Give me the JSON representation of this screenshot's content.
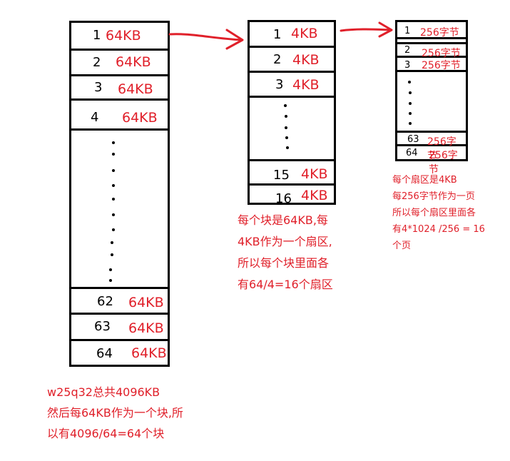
{
  "chip": {
    "blocks": [
      {
        "index": "1",
        "size": "64KB"
      },
      {
        "index": "2",
        "size": "64KB"
      },
      {
        "index": "3",
        "size": "64KB"
      },
      {
        "index": "4",
        "size": "64KB"
      },
      {
        "index": "62",
        "size": "64KB"
      },
      {
        "index": "63",
        "size": "64KB"
      },
      {
        "index": "64",
        "size": "64KB"
      }
    ],
    "note": "w25q32总共4096KB\n然后每64KB作为一个块,所\n以有4096/64=64个块"
  },
  "block": {
    "sectors": [
      {
        "index": "1",
        "size": "4KB"
      },
      {
        "index": "2",
        "size": "4KB"
      },
      {
        "index": "3",
        "size": "4KB"
      },
      {
        "index": "15",
        "size": "4KB"
      },
      {
        "index": "16",
        "size": "4KB"
      }
    ],
    "note": "每个块是64KB,每\n4KB作为一个扇区,\n所以每个块里面各\n有64/4=16个扇区"
  },
  "sector": {
    "pages": [
      {
        "index": "1",
        "size": "256字节"
      },
      {
        "index": "2",
        "size": "256字节"
      },
      {
        "index": "3",
        "size": "256字节"
      },
      {
        "index": "63",
        "size": "256字节"
      },
      {
        "index": "64",
        "size": "256字节"
      }
    ],
    "note": "每个扇区是4KB\n每256字节作为一页\n所以每个扇区里面各\n有4*1024 /256 = 16\n个页"
  },
  "colors": {
    "accent": "#e0202a",
    "line": "#000000"
  }
}
